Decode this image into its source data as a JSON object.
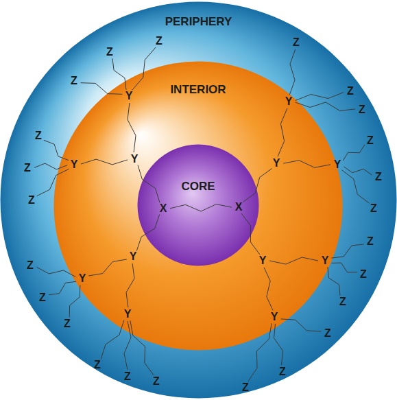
{
  "diagram": {
    "nodes": [
      {
        "text": [
          "PERIPHERY"
        ]
      },
      {
        "text": [
          "INTERIOR"
        ],
        "in": 0
      },
      {
        "text": [
          "CORE"
        ],
        "in": 1
      }
    ],
    "labels": [
      "X",
      "X",
      "Y",
      "Y",
      "Y",
      "Y",
      "Y",
      "Y",
      "Y",
      "Y",
      "Y",
      "Y",
      "Y",
      "Y",
      "Z",
      "Z",
      "Z",
      "Z",
      "Z",
      "Z",
      "Z",
      "Z",
      "Z",
      "Z",
      "Z",
      "Z",
      "Z",
      "Z",
      "Z",
      "Z",
      "Z",
      "Z",
      "Z",
      "Z",
      "Z",
      "Z",
      "Z",
      "Z"
    ]
  }
}
